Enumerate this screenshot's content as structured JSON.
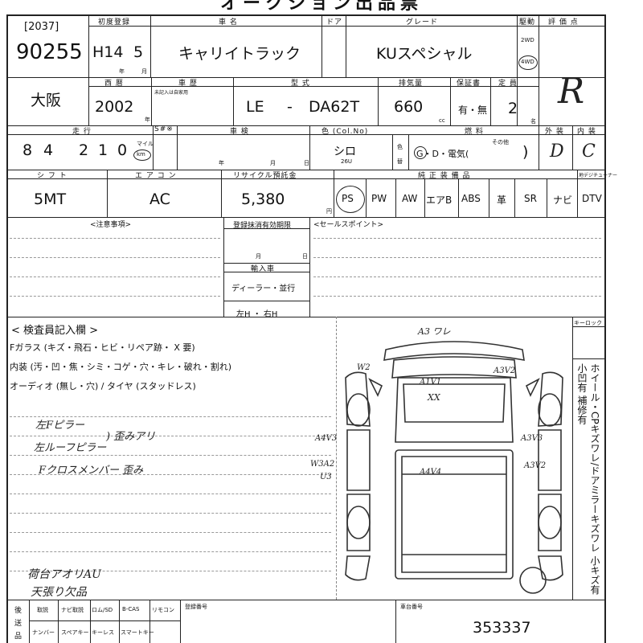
{
  "sheet_title": "オークション出品票",
  "header": {
    "code_label": "[2037]",
    "lot_number": "90255",
    "first_reg_label": "初度登録",
    "first_reg_era": "H14",
    "first_reg_month": "5",
    "year_label": "年",
    "month_label": "月",
    "car_name_label": "車 名",
    "car_name": "キャリイトラック",
    "door_label": "ドア",
    "grade_label": "グレード",
    "grade": "KUスペシャル",
    "drive_label": "駆動",
    "drive_2wd": "2WD",
    "drive_4wd": "4WD",
    "score_label": "評 価 点",
    "score": "R"
  },
  "row2": {
    "region": "大阪",
    "model_year_label": "西 暦",
    "model_year": "2002",
    "year_unit": "年",
    "history_label": "車 歴",
    "history_note": "未記入は自家用",
    "model_label": "型 式",
    "model_prefix": "LE",
    "model_dash": "-",
    "model_code": "DA62T",
    "displacement_label": "排気量",
    "displacement": "660",
    "displacement_unit": "cc",
    "warranty_label": "保証書",
    "warranty_value": "有・無",
    "capacity_label": "定 員",
    "capacity": "2",
    "capacity_unit": "名"
  },
  "row3": {
    "mileage_label": "走 行",
    "mileage_digits": [
      "8",
      "4",
      "2",
      "1",
      "0"
    ],
    "mile_label": "マイル",
    "km_label": "km",
    "meter_label": "S#※",
    "inspection_label": "車 検",
    "inspection_year": "年",
    "inspection_month": "月",
    "inspection_day": "日",
    "color_label": "色 (Col.No)",
    "color": "シロ",
    "color_code": "26U",
    "color_change_label_1": "色",
    "color_change_label_2": "替",
    "fuel_label": "燃 料",
    "fuel_options": "G・D・電気(",
    "fuel_other": "その他",
    "fuel_close": ")",
    "exterior_label": "外 装",
    "exterior": "D",
    "interior_label": "内 装",
    "interior": "C"
  },
  "row4": {
    "shift_label": "シ フ ト",
    "shift": "5MT",
    "ac_label": "エ ア コ ン",
    "ac": "AC",
    "recycle_label": "リサイクル預託金",
    "recycle": "5,380",
    "yen": "円",
    "equipment_label": "純 正 装 備 品",
    "tuner_label": "地デジチューナー",
    "equipment": [
      "PS",
      "PW",
      "AW",
      "エアB",
      "ABS",
      "革",
      "SR",
      "ナビ",
      "DTV"
    ]
  },
  "notes": {
    "caution_label": "<注意事項>",
    "reg_expiry_label": "登録抹消有効期限",
    "month": "月",
    "day": "日",
    "import_label": "輸入車",
    "dealer": "ディーラー・並行",
    "handle": "左H ・ 右H",
    "sales_point_label": "<セールスポイント>"
  },
  "inspector": {
    "title": "< 検査員記入欄 >",
    "line1": "Fガラス (キズ・飛石・ヒビ・リペア跡・ X 要)",
    "line2": "内装 (汚・凹・焦・シミ・コゲ・穴・キレ・破れ・割れ)",
    "line3": "オーディオ (無し・穴) / タイヤ (スタッドレス)",
    "hand1": "左Fピラー",
    "hand2": "左ルーフピラー",
    "hand2b": ") 歪みアリ",
    "hand3": "Fクロスメンバー 歪み",
    "hand4": "荷台アオリAU",
    "hand5": "天張り欠品",
    "key_lock": "キーロック",
    "side_note": "ホイール・CPキズワレ/ドアミラーキズワレ 小キズ有 小凹有 補修有"
  },
  "diagram_marks": {
    "top": "A3 ワレ",
    "w2": "W2",
    "a1v1": "A1V1",
    "xx": "XX",
    "a3v2_top": "A3V2",
    "a4v3_left": "A4V3",
    "a3v3_right": "A3V3",
    "w3a2": "W3A2",
    "u3": "U3",
    "a4v4": "A4V4",
    "a3v2_right": "A3V2"
  },
  "footer": {
    "after_1": "後",
    "after_2": "送",
    "after_3": "品",
    "torisetsu": "取説",
    "navi_manual": "ナビ取説",
    "rom_sd": "ロム/SD",
    "bcas": "B-CAS",
    "remote": "リモコン",
    "reg_number_label": "登録番号",
    "number_plate": "ナンバー",
    "spare_key": "スペアキー",
    "keyless": "キーレス",
    "smart_key": "スマートキー",
    "chassis_label": "車台番号",
    "chassis": "353337"
  }
}
